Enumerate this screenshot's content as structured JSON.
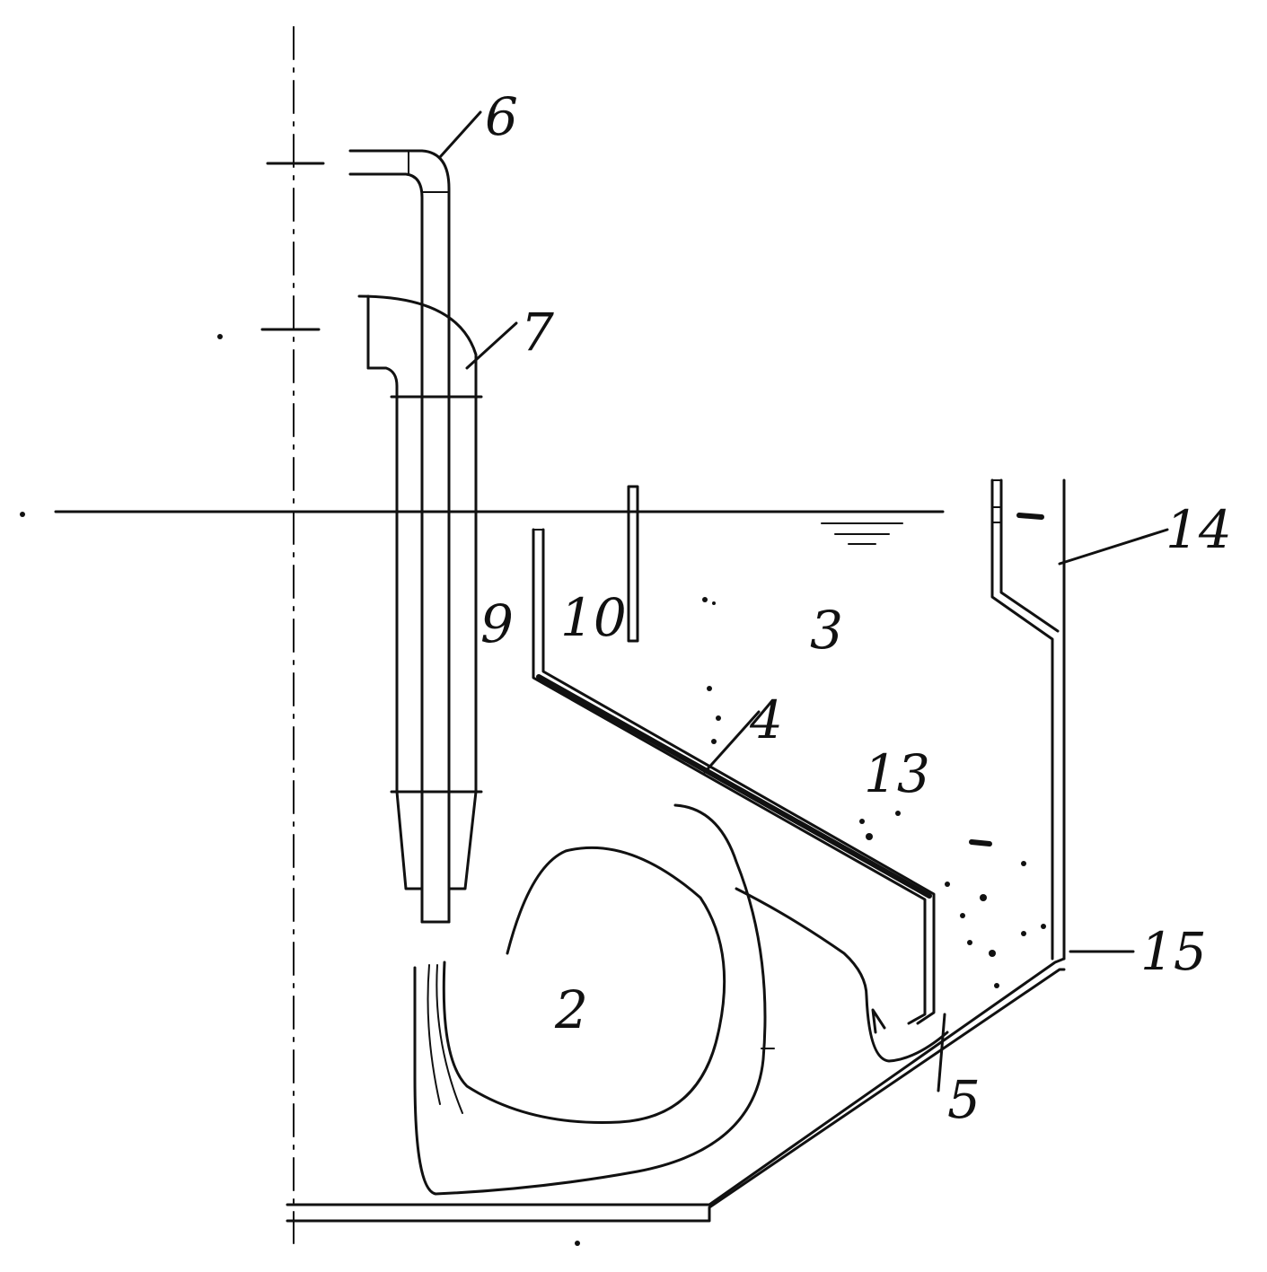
{
  "diagram": {
    "labels": {
      "l6": "6",
      "l7": "7",
      "l9": "9",
      "l10": "10",
      "l3": "3",
      "l14": "14",
      "l4": "4",
      "l13": "13",
      "l2": "2",
      "l15": "15",
      "l5": "5"
    }
  }
}
